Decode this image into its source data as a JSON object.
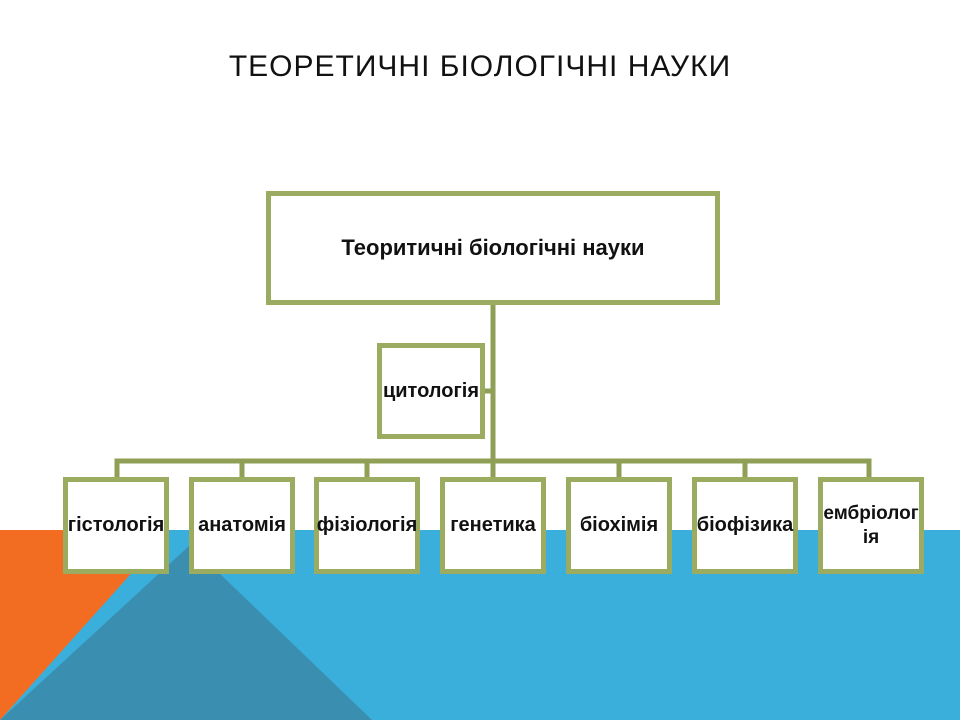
{
  "slide": {
    "title": "ТЕОРЕТИЧНІ БІОЛОГІЧНІ НАУКИ"
  },
  "diagram": {
    "root": "Теоритичні біологічні науки",
    "side": "цитологія",
    "children": [
      "гістологія",
      "анатомія",
      "фізіологія",
      "генетика",
      "біохімія",
      "біофізика",
      "ембріолог\nія"
    ]
  },
  "colors": {
    "box_border": "#9bab5f",
    "connector": "#8f9f55",
    "orange": "#f26d21",
    "blue": "#3aafdc",
    "steel_blue": "#3a8fb0"
  }
}
